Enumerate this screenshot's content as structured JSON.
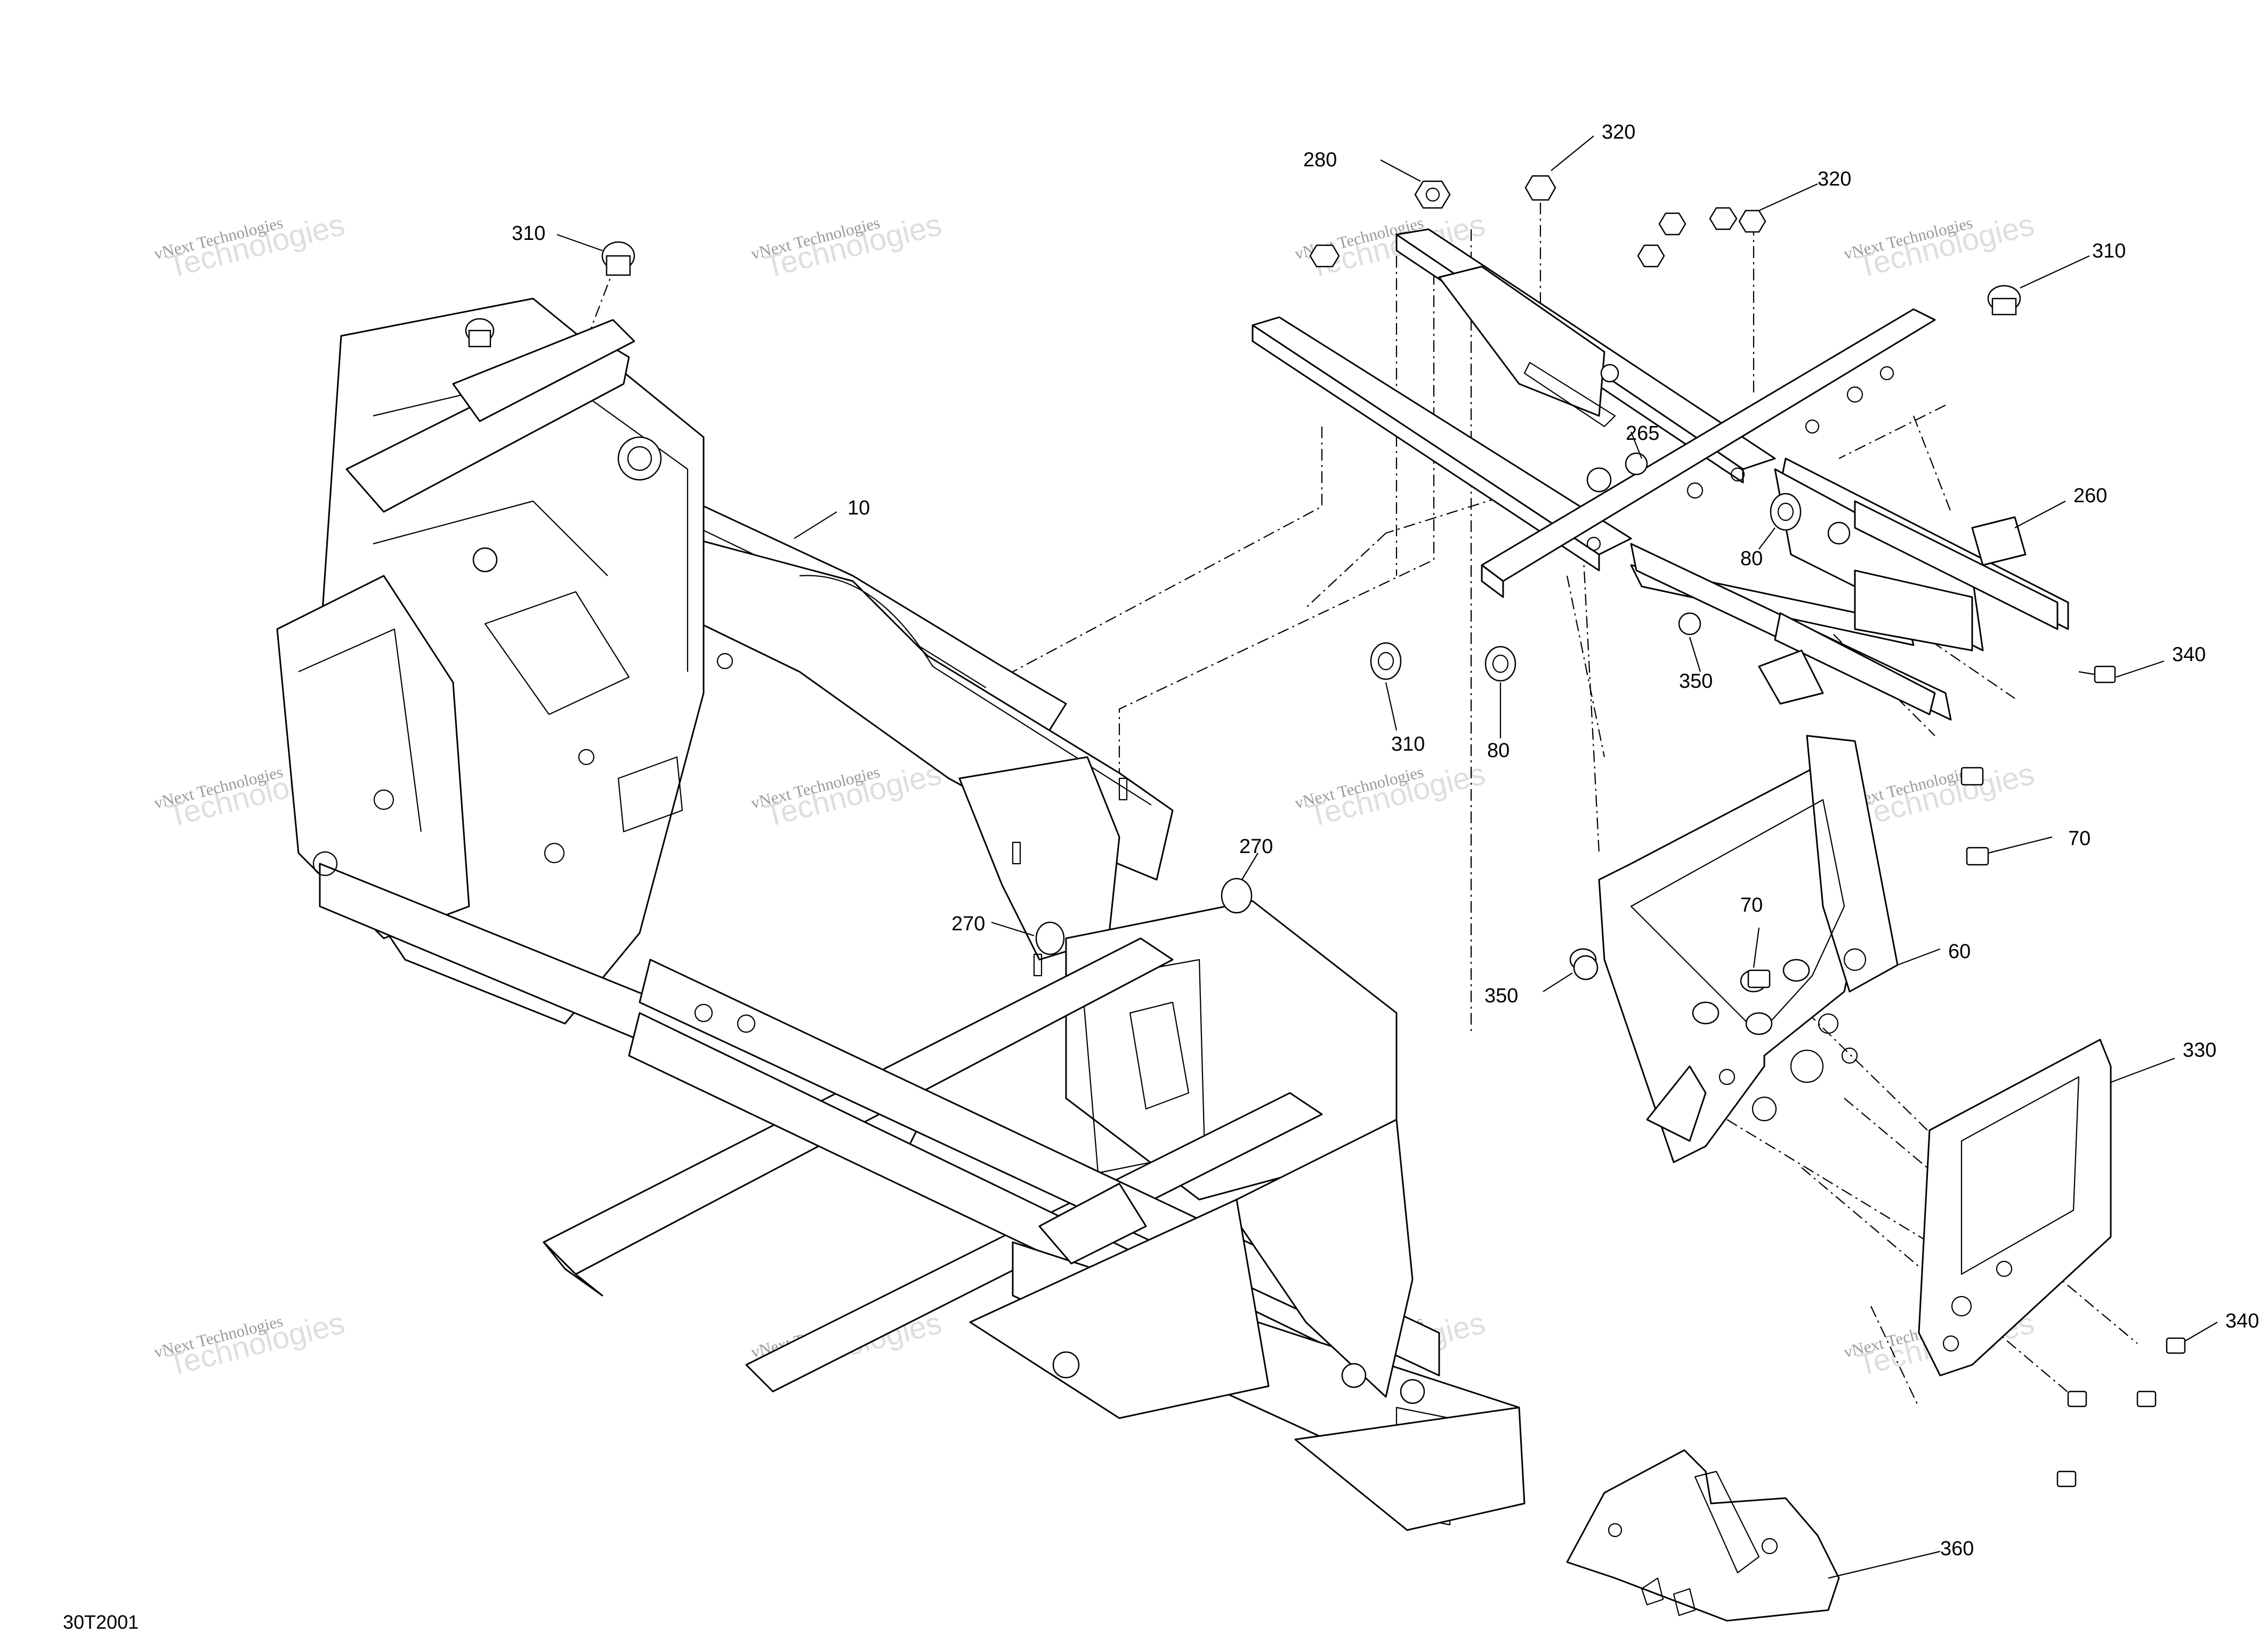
{
  "reference_code": "30T2001",
  "watermark": {
    "line1": "vNext Technologies",
    "line2": "Technologies"
  },
  "callouts": [
    {
      "id": "c280",
      "label": "280"
    },
    {
      "id": "c320a",
      "label": "320"
    },
    {
      "id": "c320b",
      "label": "320"
    },
    {
      "id": "c310a",
      "label": "310"
    },
    {
      "id": "c310b",
      "label": "310"
    },
    {
      "id": "c310c",
      "label": "310"
    },
    {
      "id": "c10",
      "label": "10"
    },
    {
      "id": "c265",
      "label": "265"
    },
    {
      "id": "c260",
      "label": "260"
    },
    {
      "id": "c80a",
      "label": "80"
    },
    {
      "id": "c80b",
      "label": "80"
    },
    {
      "id": "c350a",
      "label": "350"
    },
    {
      "id": "c350b",
      "label": "350"
    },
    {
      "id": "c340a",
      "label": "340"
    },
    {
      "id": "c340b",
      "label": "340"
    },
    {
      "id": "c270a",
      "label": "270"
    },
    {
      "id": "c270b",
      "label": "270"
    },
    {
      "id": "c70a",
      "label": "70"
    },
    {
      "id": "c70b",
      "label": "70"
    },
    {
      "id": "c60",
      "label": "60"
    },
    {
      "id": "c330",
      "label": "330"
    },
    {
      "id": "c360",
      "label": "360"
    }
  ]
}
